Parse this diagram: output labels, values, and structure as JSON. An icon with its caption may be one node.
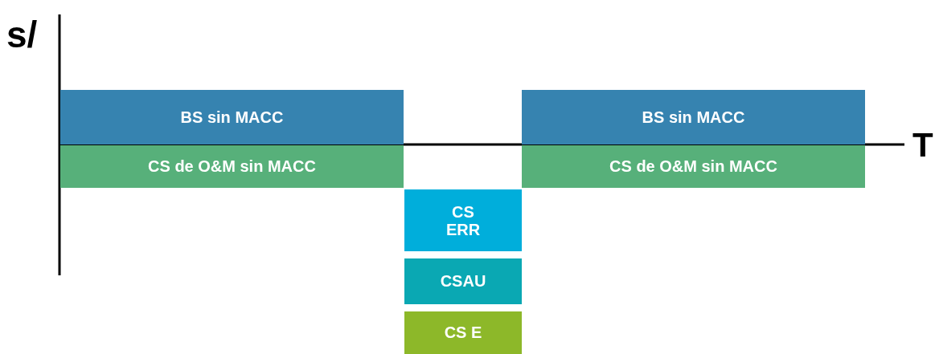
{
  "diagram": {
    "nodes": [
      {
        "text": [
          "BS sin MACC"
        ]
      },
      {
        "text": [
          "BS sin MACC"
        ]
      },
      {
        "text": [
          "CS de O&M sin MACC"
        ]
      },
      {
        "text": [
          "CS de O&M sin MACC"
        ]
      },
      {
        "text": [
          "CS ERR"
        ]
      },
      {
        "text": [
          "CSAU"
        ]
      },
      {
        "text": [
          "CS E"
        ]
      }
    ],
    "labels": [
      "s/",
      "T"
    ]
  }
}
